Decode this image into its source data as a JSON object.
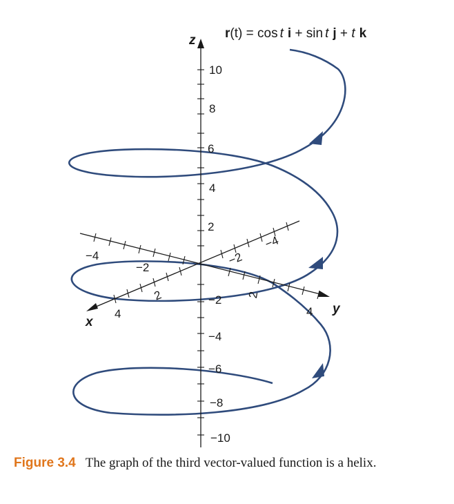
{
  "figure": {
    "equation": {
      "r": "r",
      "t_open": "(t)",
      "eq": " = ",
      "cos": "cos",
      "t1": "t",
      "i": "i",
      "plus": " + ",
      "sin": "sin",
      "t2": "t",
      "j": "j",
      "t3": "t",
      "k": "k"
    },
    "axes": {
      "x_label": "x",
      "y_label": "y",
      "z_label": "z"
    },
    "z_ticks": [
      "10",
      "8",
      "6",
      "4",
      "2",
      "−2",
      "−4",
      "−6",
      "−8",
      "−10"
    ],
    "x_ticks": [
      "−4",
      "−2",
      "2",
      "4"
    ],
    "y_ticks": [
      "−4",
      "−2",
      "2",
      "4"
    ],
    "helix_color": "#2f4b7c"
  },
  "caption": {
    "label": "Figure 3.4",
    "text": "The graph of the third vector-valued function is a helix."
  }
}
